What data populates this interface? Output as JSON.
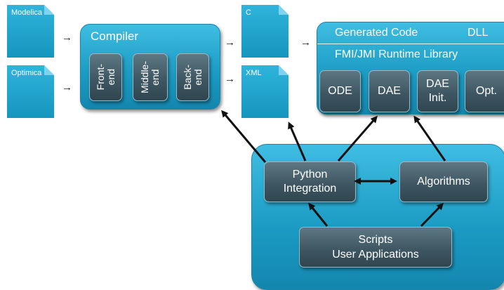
{
  "inputs": {
    "modelica": "Modelica",
    "optimica": "Optimica"
  },
  "compiler": {
    "title": "Compiler",
    "stages": [
      "Front-\nend",
      "Middle-\nend",
      "Back-\nend"
    ]
  },
  "outputs": {
    "c": "C",
    "xml": "XML"
  },
  "runtime": {
    "generated_code": "Generated Code",
    "dll": "DLL",
    "library": "FMI/JMI Runtime Library",
    "modules": [
      "ODE",
      "DAE",
      "DAE\nInit.",
      "Opt."
    ]
  },
  "platform": {
    "python": "Python\nIntegration",
    "algorithms": "Algorithms",
    "scripts": "Scripts\nUser Applications"
  },
  "arrow_glyph": "→",
  "colors": {
    "panel": "#1a9ac2",
    "dark_box": "#3f5763",
    "arrow": "#111111"
  }
}
